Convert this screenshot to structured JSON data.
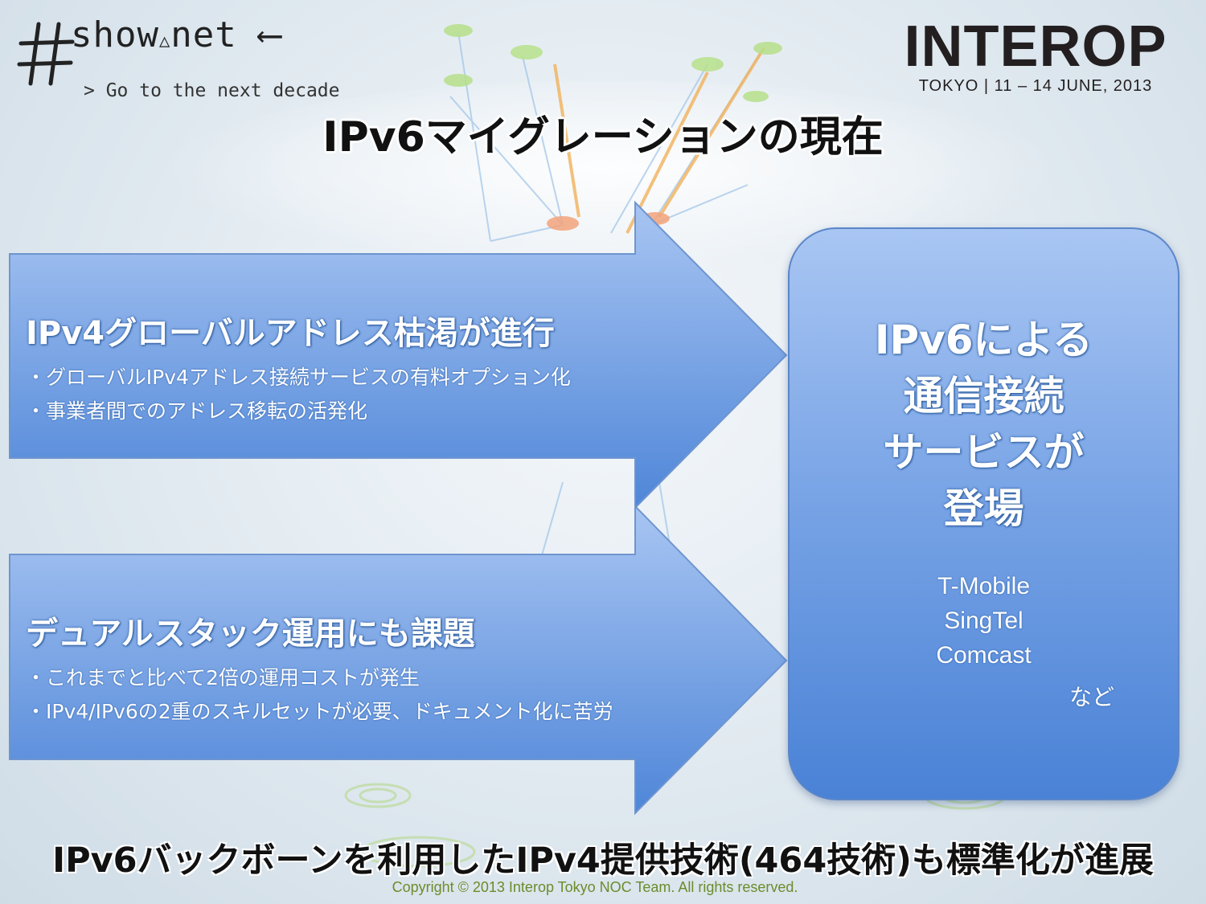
{
  "logo_left": {
    "brand": "show",
    "brand_suffix": "net",
    "tagline": "> Go to the next decade"
  },
  "logo_right": {
    "name": "INTEROP",
    "subtitle": "TOKYO | 11 – 14 JUNE, 2013"
  },
  "title": "IPv6マイグレーションの現在",
  "arrows": [
    {
      "heading": "IPv4グローバルアドレス枯渇が進行",
      "points": [
        "・グローバルIPv4アドレス接続サービスの有料オプション化",
        "・事業者間でのアドレス移転の活発化"
      ]
    },
    {
      "heading": "デュアルスタック運用にも課題",
      "points": [
        "・これまでと比べて2倍の運用コストが発生",
        "・IPv4/IPv6の2重のスキルセットが必要、ドキュメント化に苦労"
      ]
    }
  ],
  "result_box": {
    "heading_lines": [
      "IPv6による",
      "通信接続",
      "サービスが",
      "登場"
    ],
    "providers": [
      "T-Mobile",
      "SingTel",
      "Comcast"
    ],
    "etc": "など"
  },
  "bottom_text": "IPv6バックボーンを利用したIPv4提供技術(464技術)も標準化が進展",
  "copyright": "Copyright © 2013 Interop Tokyo NOC Team. All rights reserved.",
  "colors": {
    "arrow_top": "#a8c5f2",
    "arrow_bottom": "#4f86d8",
    "copyright": "#6b8c2b"
  }
}
